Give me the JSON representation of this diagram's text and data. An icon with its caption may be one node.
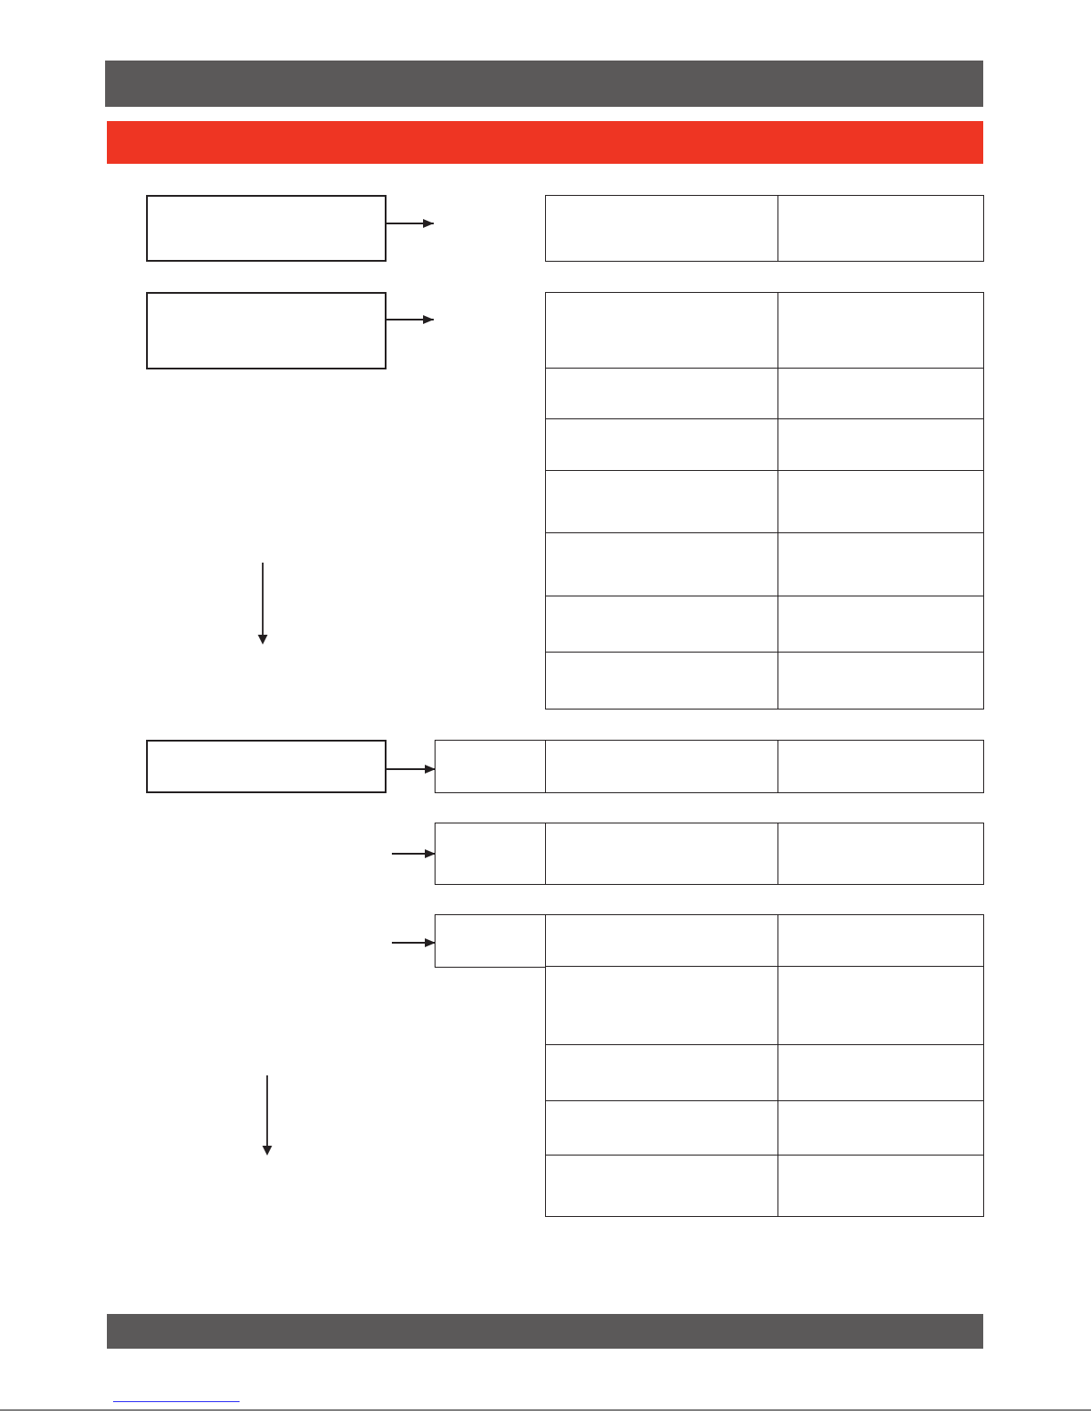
{
  "diagram": {
    "nodes": [
      {
        "text": [],
        "shape": "bar"
      },
      {
        "text": [],
        "shape": "bar"
      },
      {
        "text": [],
        "shape": "box"
      },
      {
        "text": [],
        "shape": "table"
      },
      {
        "text": [],
        "shape": "box"
      },
      {
        "text": [],
        "shape": "table"
      },
      {
        "text": [],
        "shape": "box"
      },
      {
        "text": [],
        "shape": "table"
      },
      {
        "text": [],
        "shape": "table"
      },
      {
        "text": [],
        "shape": "table"
      },
      {
        "text": [],
        "shape": "bar"
      }
    ],
    "edges": [
      {
        "from": 2,
        "to": null,
        "arrow": "to"
      },
      {
        "from": 4,
        "to": null,
        "arrow": "to"
      },
      {
        "from": 6,
        "to": 7,
        "arrow": "to"
      },
      {
        "from": null,
        "to": 8,
        "arrow": "to"
      },
      {
        "from": null,
        "to": 9,
        "arrow": "to"
      }
    ]
  }
}
